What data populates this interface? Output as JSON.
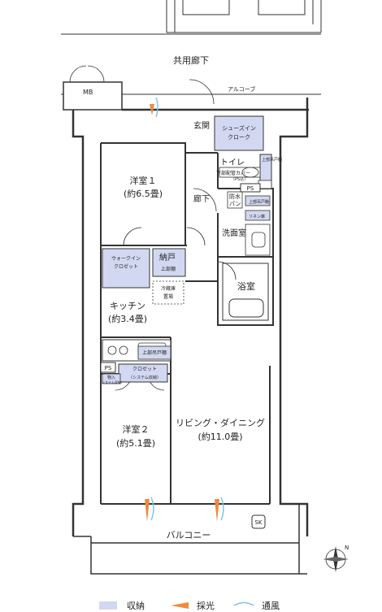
{
  "colors": {
    "wall": "#333333",
    "storage": "#d2d8f1",
    "light": "#f08a3c",
    "wind": "#7fc4e8"
  },
  "labels": {
    "corridor": "共用廊下",
    "mb": "MB",
    "alcove": "アルコーブ",
    "entrance": "玄関",
    "shoes1": "シューズイン",
    "shoes2": "クローク",
    "toilet": "トイレ",
    "toilet_shelf": "上部吊戸棚",
    "pipe_cover": "下部配管カバー",
    "pipe_cover_sub": "（PS込）",
    "ps": "PS",
    "bedroom1": "洋室１",
    "bedroom1_area": "(約6.5畳)",
    "hallway": "廊下",
    "waterproof1": "防水",
    "waterproof2": "パン",
    "upper_shelf": "上部吊戸棚",
    "linen": "リネン庫",
    "washroom": "洗面室",
    "bathroom": "浴室",
    "walkin1": "ウォークイン",
    "walkin2": "クロゼット",
    "nando": "納戸",
    "nando_shelf": "上部棚",
    "fridge1": "冷蔵庫",
    "fridge2": "置場",
    "kitchen": "キッチン",
    "kitchen_area": "(約3.4畳)",
    "kitchen_shelf": "上部吊戸棚",
    "ps2": "PS",
    "closet": "クロゼット",
    "closet_sub": "（システム収納）",
    "storage_sub1": "物入",
    "storage_sub2": "（システム収納）",
    "bedroom2": "洋室２",
    "bedroom2_area": "(約5.1畳)",
    "living": "リビング・ダイニング",
    "living_area": "(約11.0畳)",
    "balcony": "バルコニー",
    "sk": "SK",
    "compass_n": "N"
  },
  "legend": {
    "storage": "収納",
    "light": "採光",
    "wind": "通風"
  }
}
